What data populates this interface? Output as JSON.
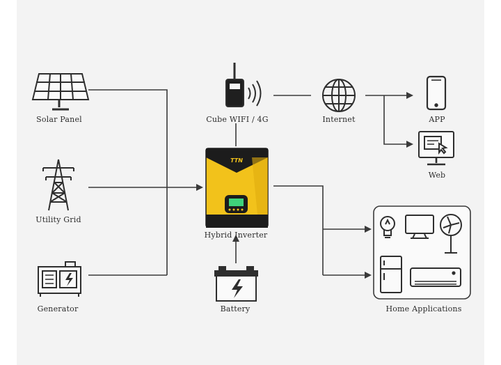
{
  "nodes": {
    "solar_panel": "Solar Panel",
    "utility_grid": "Utility Grid",
    "generator": "Generator",
    "cube_wifi": "Cube WIFI / 4G",
    "internet": "Internet",
    "app": "APP",
    "web": "Web",
    "hybrid_inverter": "Hybrid Inverter",
    "battery": "Battery",
    "home_applications": "Home Applications"
  },
  "inverter_brand": "TTN",
  "colors": {
    "line": "#3a3a3a",
    "inverter_yellow": "#f2c21b",
    "inverter_black": "#1c1c1c",
    "screen_green": "#3fd27a"
  }
}
